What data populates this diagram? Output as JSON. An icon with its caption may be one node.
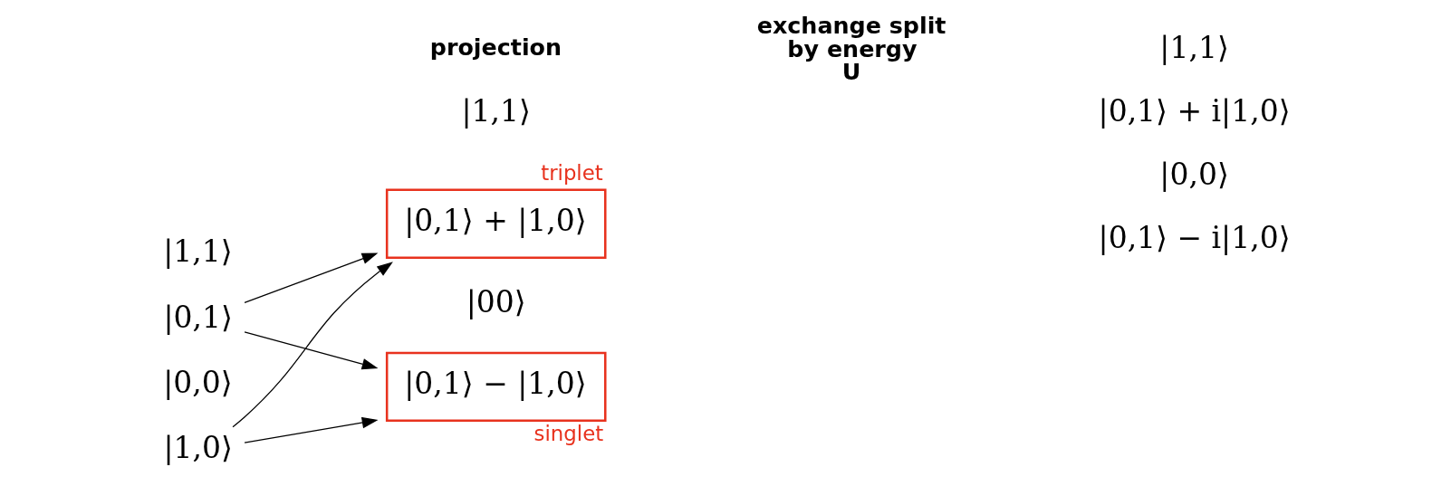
{
  "diagram": {
    "nodes": [
      {
        "text": [
          "|0,1⟩"
        ]
      },
      {
        "text": [
          "|1,0⟩"
        ]
      },
      {
        "text": [
          "|0,1⟩ + |1,0⟩"
        ],
        "beside": [
          "triplet"
        ]
      },
      {
        "text": [
          "|0,1⟩ − |1,0⟩"
        ],
        "beside": [
          "singlet"
        ]
      }
    ],
    "edges": [
      {
        "from": 0,
        "to": 2,
        "arrow": "to"
      },
      {
        "from": 0,
        "to": 3,
        "arrow": "to"
      },
      {
        "from": 1,
        "to": 2,
        "arrow": "to"
      },
      {
        "from": 1,
        "to": 3,
        "arrow": "to"
      }
    ],
    "labels": [
      "|1,1⟩",
      "|0,0⟩",
      "|1,1⟩",
      "projection",
      "|00⟩",
      "exchange split by energy U",
      "|1,1⟩",
      "|0,1⟩ + i|1,0⟩",
      "|0,0⟩",
      "|0,1⟩ − i|1,0⟩"
    ]
  }
}
